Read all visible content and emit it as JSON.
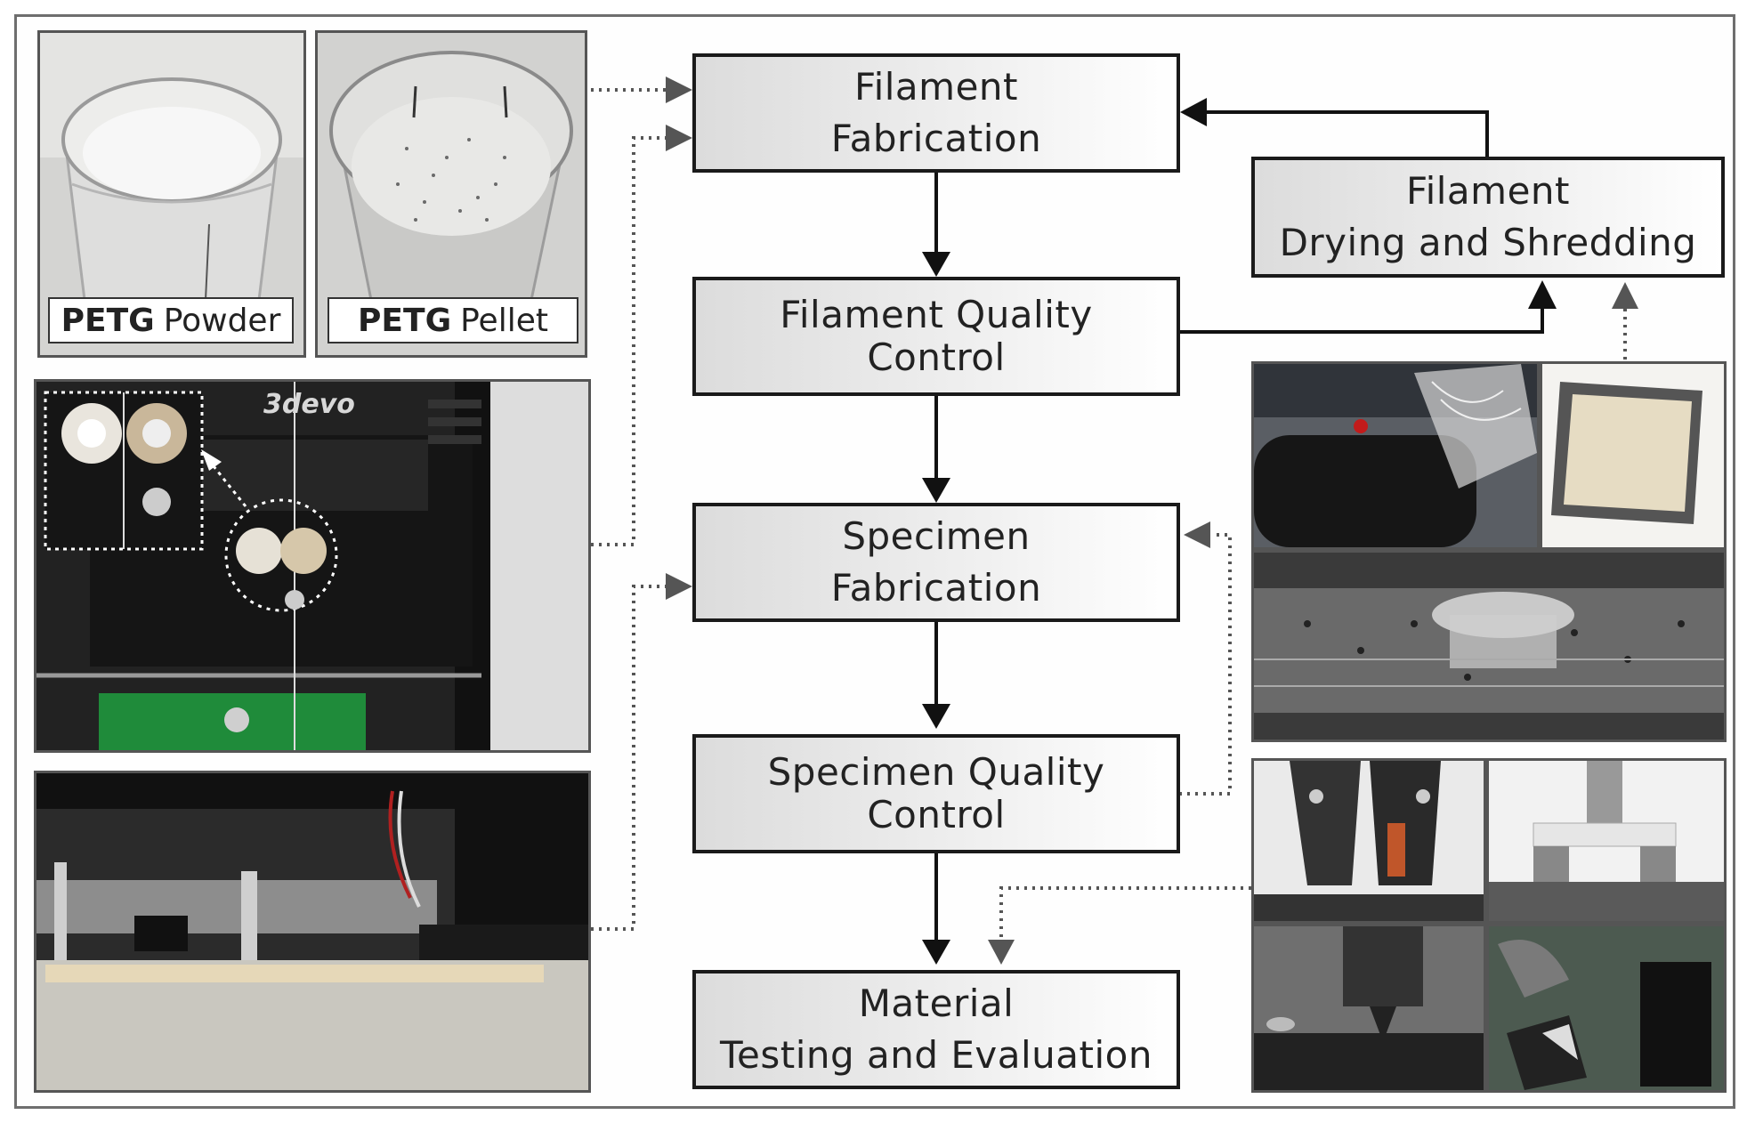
{
  "labels": {
    "powder_bold": "PETG",
    "powder_text": "Powder",
    "pellet_bold": "PETG",
    "pellet_text": "Pellet",
    "extruder_brand": "3devo"
  },
  "boxes": {
    "filament_fabrication": [
      "Filament",
      "Fabrication"
    ],
    "filament_qc": [
      "Filament Quality",
      "Control"
    ],
    "specimen_fabrication": [
      "Specimen",
      "Fabrication"
    ],
    "specimen_qc": [
      "Specimen Quality",
      "Control"
    ],
    "material_testing": [
      "Material",
      "Testing and Evaluation"
    ],
    "drying_shredding": [
      "Filament",
      "Drying and Shredding"
    ]
  }
}
